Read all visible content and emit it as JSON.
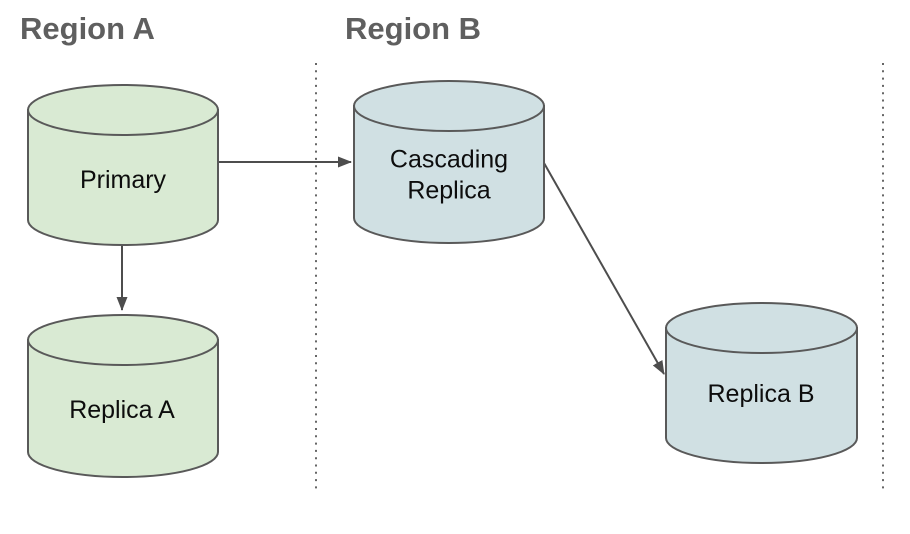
{
  "diagram": {
    "regions": [
      {
        "label": "Region A"
      },
      {
        "label": "Region B"
      }
    ],
    "nodes": [
      {
        "id": "primary",
        "label": "Primary",
        "region": "Region A",
        "type": "database-cylinder"
      },
      {
        "id": "replica-a",
        "label": "Replica A",
        "region": "Region A",
        "type": "database-cylinder"
      },
      {
        "id": "cascading-replica",
        "label": "Cascading Replica",
        "region": "Region B",
        "type": "database-cylinder"
      },
      {
        "id": "replica-b",
        "label": "Replica B",
        "region": "Region B",
        "type": "database-cylinder"
      }
    ],
    "edges": [
      {
        "from": "Primary",
        "to": "Cascading Replica"
      },
      {
        "from": "Primary",
        "to": "Replica A"
      },
      {
        "from": "Cascading Replica",
        "to": "Replica B"
      }
    ]
  },
  "colors": {
    "region_a_fill": "#d9ead3",
    "region_b_fill": "#d0e0e3",
    "shape_stroke": "#595959",
    "arrow": "#4d4d4d",
    "divider": "#666666",
    "heading_text": "#5f5f5f",
    "label_text": "#0d0d0d"
  }
}
